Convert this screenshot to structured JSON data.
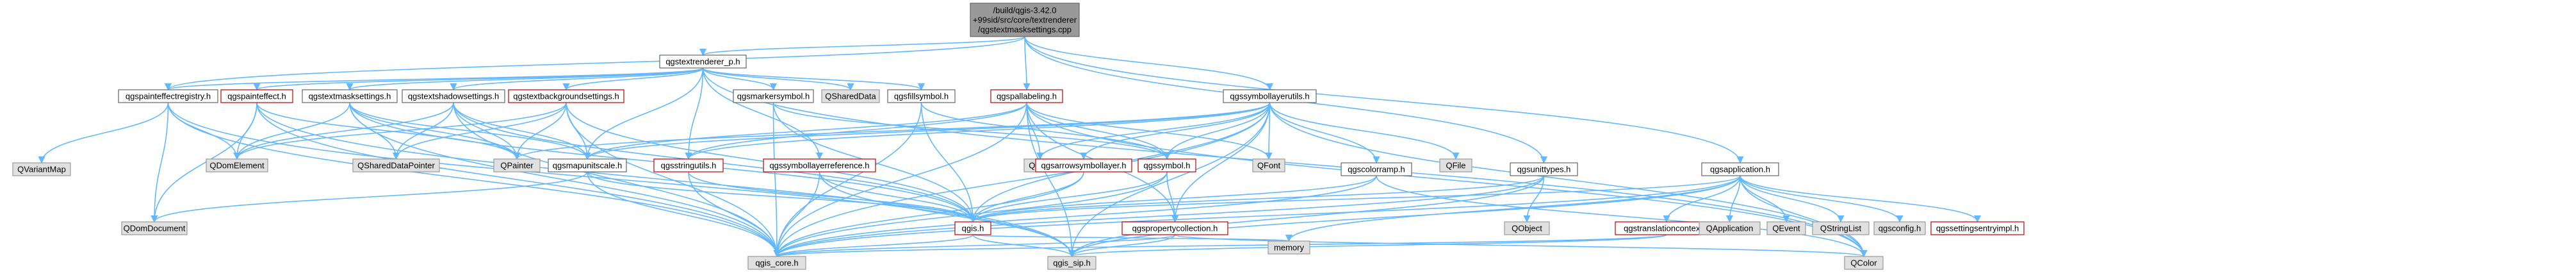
{
  "root": {
    "label": "/build/qgis-3.42.0+99sid/src/core/textrenderer/qgstextmasksettings.cpp"
  },
  "nodes": [
    {
      "id": "root",
      "lines": [
        "/build/qgis-3.42.0",
        "+99sid/src/core/textrenderer",
        "/qgstextmasksettings.cpp"
      ],
      "kind": "root"
    },
    {
      "id": "qgstextrenderer_p",
      "lines": [
        "qgstextrenderer_p.h"
      ],
      "kind": "normal"
    },
    {
      "id": "qgspainteffectregistry",
      "lines": [
        "qgspainteffectregistry.h"
      ],
      "kind": "normal"
    },
    {
      "id": "qgspainteffect",
      "lines": [
        "qgspainteffect.h"
      ],
      "kind": "red"
    },
    {
      "id": "qgstextmasksettings_h",
      "lines": [
        "qgstextmasksettings.h"
      ],
      "kind": "normal"
    },
    {
      "id": "qgstextshadowsettings",
      "lines": [
        "qgstextshadowsettings.h"
      ],
      "kind": "normal"
    },
    {
      "id": "qgstextbackgroundsettings",
      "lines": [
        "qgstextbackgroundsettings.h"
      ],
      "kind": "red"
    },
    {
      "id": "qgsmarkersymbol",
      "lines": [
        "qgsmarkersymbol.h"
      ],
      "kind": "normal"
    },
    {
      "id": "QSharedData",
      "lines": [
        "QSharedData"
      ],
      "kind": "gray"
    },
    {
      "id": "qgsfillsymbol",
      "lines": [
        "qgsfillsymbol.h"
      ],
      "kind": "normal"
    },
    {
      "id": "qgspallabeling",
      "lines": [
        "qgspallabeling.h"
      ],
      "kind": "red"
    },
    {
      "id": "qgssymbollayerutils",
      "lines": [
        "qgssymbollayerutils.h"
      ],
      "kind": "normal"
    },
    {
      "id": "qgsapplication",
      "lines": [
        "qgsapplication.h"
      ],
      "kind": "normal"
    },
    {
      "id": "QVariantMap",
      "lines": [
        "QVariantMap"
      ],
      "kind": "gray"
    },
    {
      "id": "QDomElement",
      "lines": [
        "QDomElement"
      ],
      "kind": "gray"
    },
    {
      "id": "QSharedDataPointer",
      "lines": [
        "QSharedDataPointer"
      ],
      "kind": "gray"
    },
    {
      "id": "QPainter",
      "lines": [
        "QPainter"
      ],
      "kind": "gray"
    },
    {
      "id": "qgsmapunitscale",
      "lines": [
        "qgsmapunitscale.h"
      ],
      "kind": "normal"
    },
    {
      "id": "qgsstringutils",
      "lines": [
        "qgsstringutils.h"
      ],
      "kind": "red"
    },
    {
      "id": "qgssymbollayerreference",
      "lines": [
        "qgssymbollayerreference.h"
      ],
      "kind": "red"
    },
    {
      "id": "QMap",
      "lines": [
        "QMap"
      ],
      "kind": "gray"
    },
    {
      "id": "qgsarrowsymbollayer",
      "lines": [
        "qgsarrowsymbollayer.h"
      ],
      "kind": "red"
    },
    {
      "id": "qgssymbol",
      "lines": [
        "qgssymbol.h"
      ],
      "kind": "red"
    },
    {
      "id": "QFont",
      "lines": [
        "QFont"
      ],
      "kind": "gray"
    },
    {
      "id": "qgscolorramp",
      "lines": [
        "qgscolorramp.h"
      ],
      "kind": "normal"
    },
    {
      "id": "QFile",
      "lines": [
        "QFile"
      ],
      "kind": "gray"
    },
    {
      "id": "qgsunittypes",
      "lines": [
        "qgsunittypes.h"
      ],
      "kind": "normal"
    },
    {
      "id": "QDomDocument",
      "lines": [
        "QDomDocument"
      ],
      "kind": "gray"
    },
    {
      "id": "qgis_h",
      "lines": [
        "qgis.h"
      ],
      "kind": "red"
    },
    {
      "id": "qgspropertycollection",
      "lines": [
        "qgspropertycollection.h"
      ],
      "kind": "red"
    },
    {
      "id": "QObject",
      "lines": [
        "QObject"
      ],
      "kind": "gray"
    },
    {
      "id": "qgstranslationcontext",
      "lines": [
        "qgstranslationcontext.h"
      ],
      "kind": "red"
    },
    {
      "id": "QApplication",
      "lines": [
        "QApplication"
      ],
      "kind": "gray"
    },
    {
      "id": "QEvent",
      "lines": [
        "QEvent"
      ],
      "kind": "gray"
    },
    {
      "id": "QStringList",
      "lines": [
        "QStringList"
      ],
      "kind": "gray"
    },
    {
      "id": "qgsconfig",
      "lines": [
        "qgsconfig.h"
      ],
      "kind": "gray"
    },
    {
      "id": "qgssettingsentryimpl",
      "lines": [
        "qgssettingsentryimpl.h"
      ],
      "kind": "red"
    },
    {
      "id": "qgis_core",
      "lines": [
        "qgis_core.h"
      ],
      "kind": "gray"
    },
    {
      "id": "qgis_sip",
      "lines": [
        "qgis_sip.h"
      ],
      "kind": "gray"
    },
    {
      "id": "memory",
      "lines": [
        "memory"
      ],
      "kind": "gray"
    },
    {
      "id": "QColor",
      "lines": [
        "QColor"
      ],
      "kind": "gray"
    }
  ],
  "edges": [
    [
      "root",
      "qgstextrenderer_p"
    ],
    [
      "root",
      "qgspallabeling"
    ],
    [
      "root",
      "qgssymbollayerutils"
    ],
    [
      "root",
      "qgsapplication"
    ],
    [
      "root",
      "qgspainteffectregistry"
    ],
    [
      "root",
      "qgsunittypes"
    ],
    [
      "qgstextrenderer_p",
      "qgspainteffectregistry"
    ],
    [
      "qgstextrenderer_p",
      "qgspainteffect"
    ],
    [
      "qgstextrenderer_p",
      "qgstextmasksettings_h"
    ],
    [
      "qgstextrenderer_p",
      "qgstextshadowsettings"
    ],
    [
      "qgstextrenderer_p",
      "qgstextbackgroundsettings"
    ],
    [
      "qgstextrenderer_p",
      "qgsmarkersymbol"
    ],
    [
      "qgstextrenderer_p",
      "QSharedData"
    ],
    [
      "qgstextrenderer_p",
      "qgsfillsymbol"
    ],
    [
      "qgstextrenderer_p",
      "qgsmapunitscale"
    ],
    [
      "qgstextrenderer_p",
      "qgsstringutils"
    ],
    [
      "qgstextrenderer_p",
      "qgssymbollayerreference"
    ],
    [
      "qgstextrenderer_p",
      "QColor"
    ],
    [
      "qgspainteffectregistry",
      "QVariantMap"
    ],
    [
      "qgspainteffectregistry",
      "QDomElement"
    ],
    [
      "qgspainteffectregistry",
      "QDomDocument"
    ],
    [
      "qgspainteffectregistry",
      "qgis_core"
    ],
    [
      "qgspainteffectregistry",
      "qgis_sip"
    ],
    [
      "qgspainteffect",
      "QDomElement"
    ],
    [
      "qgspainteffect",
      "QPainter"
    ],
    [
      "qgspainteffect",
      "QDomDocument"
    ],
    [
      "qgspainteffect",
      "qgis_core"
    ],
    [
      "qgspainteffect",
      "qgis_sip"
    ],
    [
      "qgstextmasksettings_h",
      "QDomElement"
    ],
    [
      "qgstextmasksettings_h",
      "QSharedDataPointer"
    ],
    [
      "qgstextmasksettings_h",
      "QPainter"
    ],
    [
      "qgstextmasksettings_h",
      "qgsmapunitscale"
    ],
    [
      "qgstextmasksettings_h",
      "qgis_core"
    ],
    [
      "qgstextmasksettings_h",
      "qgis_h"
    ],
    [
      "qgstextshadowsettings",
      "QDomElement"
    ],
    [
      "qgstextshadowsettings",
      "QSharedDataPointer"
    ],
    [
      "qgstextshadowsettings",
      "QPainter"
    ],
    [
      "qgstextshadowsettings",
      "qgsmapunitscale"
    ],
    [
      "qgstextshadowsettings",
      "qgis_core"
    ],
    [
      "qgstextshadowsettings",
      "qgis_h"
    ],
    [
      "qgstextbackgroundsettings",
      "QDomElement"
    ],
    [
      "qgstextbackgroundsettings",
      "QSharedDataPointer"
    ],
    [
      "qgstextbackgroundsettings",
      "QPainter"
    ],
    [
      "qgstextbackgroundsettings",
      "qgsmapunitscale"
    ],
    [
      "qgstextbackgroundsettings",
      "qgis_core"
    ],
    [
      "qgstextbackgroundsettings",
      "qgis_h"
    ],
    [
      "qgsmarkersymbol",
      "qgis_core"
    ],
    [
      "qgsmarkersymbol",
      "qgis_h"
    ],
    [
      "qgsmarkersymbol",
      "qgssymbol"
    ],
    [
      "qgsfillsymbol",
      "qgis_core"
    ],
    [
      "qgsfillsymbol",
      "qgis_h"
    ],
    [
      "qgsfillsymbol",
      "qgssymbol"
    ],
    [
      "qgspallabeling",
      "qgis_core"
    ],
    [
      "qgspallabeling",
      "qgis_sip"
    ],
    [
      "qgspallabeling",
      "QFont"
    ],
    [
      "qgspallabeling",
      "QMap"
    ],
    [
      "qgspallabeling",
      "qgsmapunitscale"
    ],
    [
      "qgspallabeling",
      "qgsstringutils"
    ],
    [
      "qgspallabeling",
      "qgssymbol"
    ],
    [
      "qgspallabeling",
      "qgspropertycollection"
    ],
    [
      "qgspallabeling",
      "QColor"
    ],
    [
      "qgssymbollayerutils",
      "qgis_core"
    ],
    [
      "qgssymbollayerutils",
      "qgis_h"
    ],
    [
      "qgssymbollayerutils",
      "QMap"
    ],
    [
      "qgssymbollayerutils",
      "QFile"
    ],
    [
      "qgssymbollayerutils",
      "QColor"
    ],
    [
      "qgssymbollayerutils",
      "QPainter"
    ],
    [
      "qgssymbollayerutils",
      "QFont"
    ],
    [
      "qgssymbollayerutils",
      "qgssymbol"
    ],
    [
      "qgssymbollayerutils",
      "qgsarrowsymbollayer"
    ],
    [
      "qgssymbollayerutils",
      "qgscolorramp"
    ],
    [
      "qgssymbollayerutils",
      "qgsmapunitscale"
    ],
    [
      "qgssymbollayerutils",
      "qgsstringutils"
    ],
    [
      "qgssymbollayerutils",
      "qgspropertycollection"
    ],
    [
      "qgssymbollayerutils",
      "qgis_sip"
    ],
    [
      "qgsapplication",
      "qgis_core"
    ],
    [
      "qgsapplication",
      "QApplication"
    ],
    [
      "qgsapplication",
      "QEvent"
    ],
    [
      "qgsapplication",
      "QStringList"
    ],
    [
      "qgsapplication",
      "qgsconfig"
    ],
    [
      "qgsapplication",
      "qgssettingsentryimpl"
    ],
    [
      "qgsapplication",
      "qgstranslationcontext"
    ],
    [
      "qgsapplication",
      "memory"
    ],
    [
      "qgsapplication",
      "QColor"
    ],
    [
      "qgsapplication",
      "qgis_h"
    ],
    [
      "qgsapplication",
      "qgis_sip"
    ],
    [
      "qgsmapunitscale",
      "qgis_core"
    ],
    [
      "qgsmapunitscale",
      "qgis_h"
    ],
    [
      "qgsmapunitscale",
      "QDomDocument"
    ],
    [
      "qgsstringutils",
      "qgis_core"
    ],
    [
      "qgsstringutils",
      "qgis_h"
    ],
    [
      "qgssymbollayerreference",
      "qgis_core"
    ],
    [
      "qgssymbollayerreference",
      "qgis_h"
    ],
    [
      "qgssymbollayerreference",
      "qgis_sip"
    ],
    [
      "qgsarrowsymbollayer",
      "qgis_h"
    ],
    [
      "qgsarrowsymbollayer",
      "qgis_core"
    ],
    [
      "qgssymbol",
      "qgis_h"
    ],
    [
      "qgssymbol",
      "qgis_core"
    ],
    [
      "qgssymbol",
      "qgspropertycollection"
    ],
    [
      "qgscolorramp",
      "qgis_core"
    ],
    [
      "qgscolorramp",
      "qgis_h"
    ],
    [
      "qgscolorramp",
      "QColor"
    ],
    [
      "qgsunittypes",
      "qgis_core"
    ],
    [
      "qgsunittypes",
      "qgis_h"
    ],
    [
      "qgsunittypes",
      "QObject"
    ],
    [
      "qgsunittypes",
      "qgis_sip"
    ],
    [
      "qgis_h",
      "qgis_core"
    ],
    [
      "qgis_h",
      "qgis_sip"
    ],
    [
      "qgis_h",
      "memory"
    ],
    [
      "qgspropertycollection",
      "qgis_core"
    ],
    [
      "qgspropertycollection",
      "qgis_sip"
    ],
    [
      "qgspropertycollection",
      "QColor"
    ],
    [
      "qgstranslationcontext",
      "qgis_core"
    ],
    [
      "qgstranslationcontext",
      "qgis_sip"
    ]
  ],
  "colors": {
    "edge": "#63b8ff",
    "normal_fill": "#ffffff",
    "normal_stroke": "#666666",
    "red_fill": "#ffffff",
    "red_stroke": "#c00000",
    "gray_fill": "#e0e0e0",
    "gray_stroke": "#999999",
    "root_fill": "#999999",
    "root_stroke": "#666666"
  }
}
